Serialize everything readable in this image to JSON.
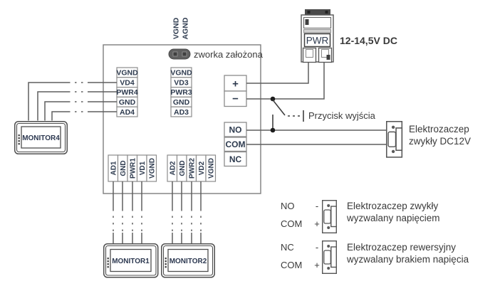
{
  "jumper": {
    "label": "zworka założona"
  },
  "top_pins": [
    "VGND",
    "AGND"
  ],
  "left_block": [
    "VGND",
    "VD4",
    "PWR4",
    "GND",
    "AD4"
  ],
  "mid_block": [
    "VGND",
    "VD3",
    "PWR3",
    "GND",
    "AD3"
  ],
  "bottom_block1": [
    "AD1",
    "GND",
    "PWR1",
    "VD1",
    "VGND"
  ],
  "bottom_block2": [
    "AD2",
    "GND",
    "PWR2",
    "VD2",
    "VGND"
  ],
  "power_terminals": {
    "plus": "+",
    "minus": "−"
  },
  "relay_block": [
    "NO",
    "COM",
    "NC"
  ],
  "psu": {
    "label": "PWR",
    "voltage": "12-14,5V DC"
  },
  "exit_button": {
    "label": "Przycisk wyjścia"
  },
  "strike": {
    "line1": "Elektrozaczep",
    "line2": "zwykły DC12V"
  },
  "monitors": {
    "m4": "MONITOR4",
    "m1": "MONITOR1",
    "m2": "MONITOR2"
  },
  "legend": [
    {
      "t1": "NO",
      "s1": "-",
      "t2": "COM",
      "s2": "+",
      "line1": "Elektrozaczep zwykły",
      "line2": "wyzwalany napięciem"
    },
    {
      "t1": "NC",
      "s1": "-",
      "t2": "COM",
      "s2": "+",
      "line1": "Elektrozaczep rewersyjny",
      "line2": "wyzwalany brakiem napięcia"
    }
  ],
  "colors": {
    "wire": "#5f5f5f",
    "box_border": "#8c8c8c",
    "text_dark": "#2d3a4e",
    "annotation": "#3a3a3a"
  }
}
